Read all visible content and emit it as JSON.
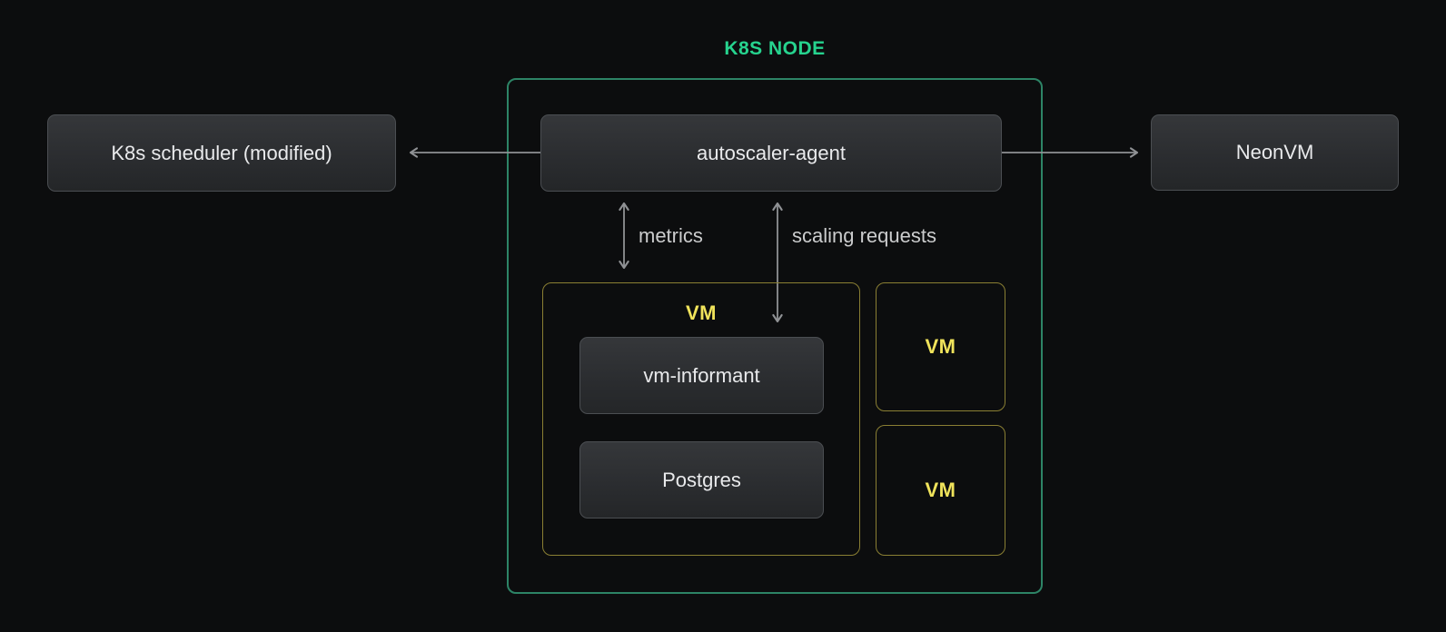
{
  "diagram": {
    "title": "K8S NODE",
    "nodes": {
      "scheduler": {
        "label": "K8s scheduler (modified)"
      },
      "autoscaler": {
        "label": "autoscaler-agent"
      },
      "neonvm": {
        "label": "NeonVM"
      },
      "vm_main": {
        "label": "VM"
      },
      "vm_informant": {
        "label": "vm-informant"
      },
      "postgres": {
        "label": "Postgres"
      },
      "vm_right_top": {
        "label": "VM"
      },
      "vm_right_bottom": {
        "label": "VM"
      }
    },
    "edge_labels": {
      "metrics": "metrics",
      "scaling": "scaling requests"
    },
    "colors": {
      "bg": "#0c0d0e",
      "accent_green": "#26d38e",
      "container_border": "#2d8466",
      "vm_border": "#8a7f33",
      "vm_text": "#f0e35b",
      "arrow": "#8f9194",
      "node_text": "#e9eaec"
    }
  }
}
